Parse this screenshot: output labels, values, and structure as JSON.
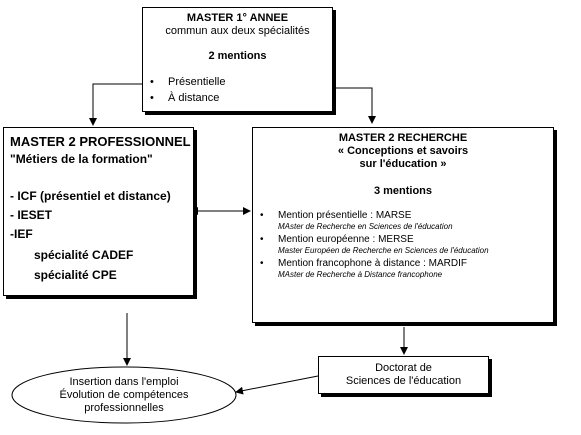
{
  "m1": {
    "title": "MASTER 1° ANNEE",
    "subtitle": "commun aux deux spécialités",
    "mentions_count": "2 mentions",
    "items": [
      "Présentielle",
      "À distance"
    ]
  },
  "m2_pro": {
    "title": "MASTER 2 PROFESSIONNEL",
    "subtitle": "\"Métiers de la formation\"",
    "items": [
      "- ICF (présentiel et distance)",
      "- IESET",
      "-IEF"
    ],
    "specialites": [
      "spécialité CADEF",
      "spécialité CPE"
    ]
  },
  "m2_rech": {
    "title": "MASTER 2 RECHERCHE",
    "subtitle_line1": "« Conceptions et savoirs",
    "subtitle_line2": "sur l'éducation »",
    "mentions_count": "3 mentions",
    "mentions": [
      {
        "label": "Mention présentielle : MARSE",
        "detail": "MAster de Recherche en Sciences de l'éducation"
      },
      {
        "label": "Mention européenne : MERSE",
        "detail": "Master Européen de Recherche en Sciences de l'éducation"
      },
      {
        "label": "Mention francophone à distance : MARDIF",
        "detail": "MAster de Recherche à Distance  francophone"
      }
    ]
  },
  "doctorat": {
    "line1": "Doctorat de",
    "line2": "Sciences de l'éducation"
  },
  "insertion": {
    "line1": "Insertion dans l'emploi",
    "line2": "Évolution de compétences",
    "line3": "professionnelles"
  },
  "bullet_glyph": "•"
}
